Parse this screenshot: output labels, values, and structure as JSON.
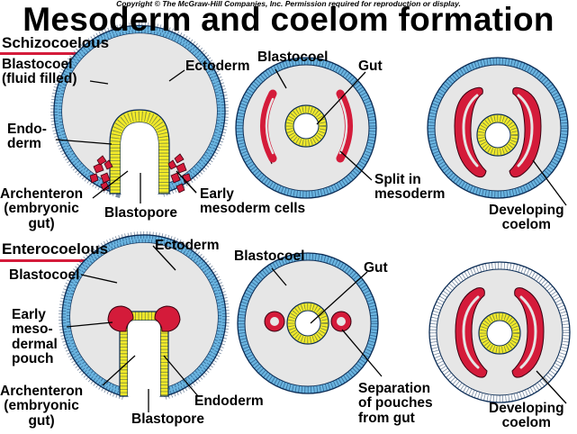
{
  "copyright": "Copyright © The McGraw-Hill Companies, Inc. Permission required for reproduction or display.",
  "title": "Mesoderm and coelom formation",
  "colors": {
    "ectoderm": "#6ab4e0",
    "endoderm": "#f2ea2a",
    "mesoderm": "#d41b3a",
    "blastocoel": "#e8e8e8",
    "section_rule": "#d41b3a"
  },
  "schizocoelous": {
    "heading": "Schizocoelous",
    "labels": {
      "blastocoel_fluid": "Blastocoel\n(fluid filled)",
      "ectoderm": "Ectoderm",
      "endoderm": "Endo-\nderm",
      "archenteron": "Archenteron\n(embryonic\ngut)",
      "blastopore": "Blastopore",
      "early_mesoderm_cells": "Early\nmesoderm cells",
      "blastocoel": "Blastocoel",
      "gut": "Gut",
      "split_in_mesoderm": "Split in\nmesoderm",
      "developing_coelom": "Developing\ncoelom"
    }
  },
  "enterocoelous": {
    "heading": "Enterocoelous",
    "labels": {
      "ectoderm": "Ectoderm",
      "blastocoel_left": "Blastocoel",
      "early_mesodermal_pouch": "Early\nmeso-\ndermal\npouch",
      "archenteron": "Archenteron\n(embryonic\ngut)",
      "blastopore": "Blastopore",
      "endoderm": "Endoderm",
      "blastocoel": "Blastocoel",
      "gut": "Gut",
      "separation": "Separation\nof pouches\nfrom gut",
      "developing_coelom": "Developing\ncoelom"
    }
  }
}
